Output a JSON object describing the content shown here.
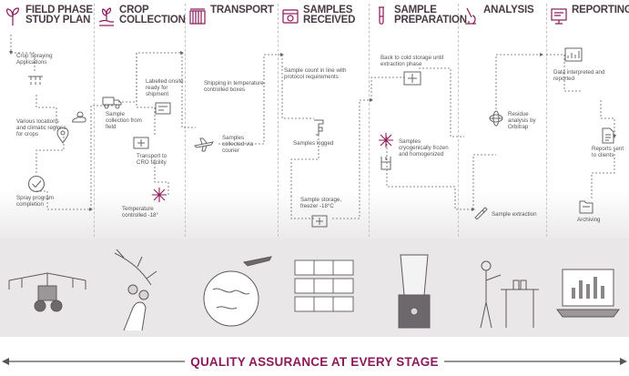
{
  "stages": [
    {
      "title_line1": "FIELD PHASE",
      "title_line2": "STUDY PLAN",
      "icon": "plant-sprout-icon"
    },
    {
      "title_line1": "CROP",
      "title_line2": "COLLECTION",
      "icon": "hand-plant-icon"
    },
    {
      "title_line1": "TRANSPORT",
      "title_line2": "",
      "icon": "truck-container-icon"
    },
    {
      "title_line1": "SAMPLES",
      "title_line2": "RECEIVED",
      "icon": "received-box-icon"
    },
    {
      "title_line1": "SAMPLE",
      "title_line2": "PREPARATION",
      "icon": "test-tube-icon"
    },
    {
      "title_line1": "ANALYSIS",
      "title_line2": "",
      "icon": "microscope-icon"
    },
    {
      "title_line1": "REPORTING",
      "title_line2": "",
      "icon": "report-screen-icon"
    }
  ],
  "notes": {
    "crop_spraying": "Crop Spraying Applications",
    "locations": "Various locations and climatic regions for crops",
    "spray_completion": "Spray program completion",
    "sample_collection": "Sample collection from field",
    "labelled": "Labelled onsite ready for shipment",
    "transport_cro": "Transport to CRO facility",
    "temperature": "Temperature controlled -18°",
    "shipping": "Shipping in temperature-controlled boxes",
    "samples_courier": "Samples collected via courier",
    "sample_count": "Sample count in line with protocol requirements",
    "samples_logged": "Samples logged",
    "sample_storage": "Sample storage, freezer -18°C",
    "back_to_cold": "Back to cold storage until extraction phase",
    "cryogenic": "Samples cryogenically frozen and homogenized",
    "residue": "Residue analysis by Orbitrap",
    "sample_extraction": "Sample extraction",
    "data_interpreted": "Data interpreted and reported",
    "reports_sent": "Reports sent to clients",
    "archiving": "Archiving"
  },
  "footer": {
    "label": "QUALITY ASSURANCE AT EVERY STAGE"
  },
  "colors": {
    "accent": "#8a1a5a",
    "title": "#4a3a44",
    "line": "#6b6469",
    "band": "#e9e7e8"
  }
}
